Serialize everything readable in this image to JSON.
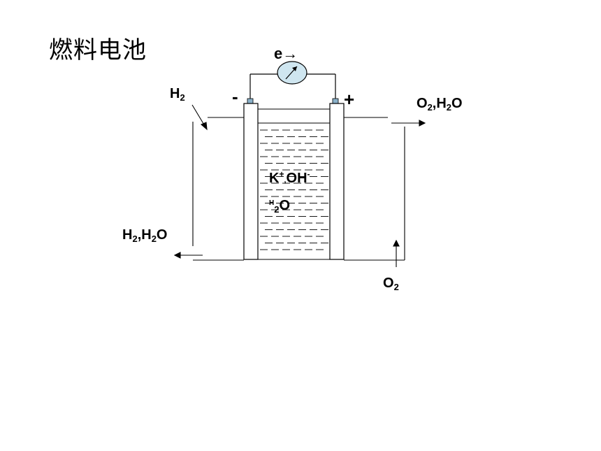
{
  "title": "燃料电池",
  "electron_label": "e→",
  "negative_sign": "-",
  "positive_sign": "+",
  "h2_in": {
    "main": "H",
    "sub": "2"
  },
  "o2_h2o_out": {
    "o": "O",
    "o_sub": "2",
    "sep": ",H",
    "h_sub": "2",
    "tail": "O"
  },
  "h2_h2o_out": {
    "h": "H",
    "h_sub": "2",
    "sep": ",H",
    "h2_sub": "2",
    "tail": "O"
  },
  "o2_in": {
    "main": "O",
    "sub": "2"
  },
  "electrolyte": {
    "k": "K",
    "k_sup": "+",
    "comma": ",",
    "oh": "OH",
    "oh_sup": "-",
    "h2o_pre_sup": "H",
    "h2o_sub": "2",
    "h2o_tail": "O"
  },
  "colors": {
    "meter_fill": "#cfe6f0",
    "terminal": "#8ab0c8",
    "line": "#000000"
  }
}
